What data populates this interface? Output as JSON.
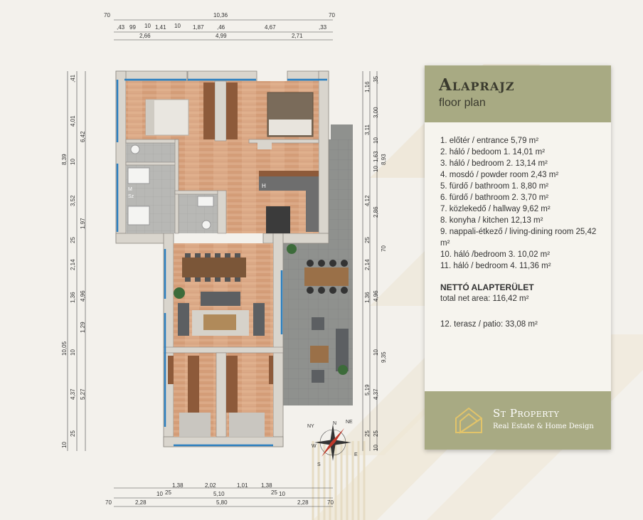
{
  "top_dims": {
    "row1": [
      "70",
      "10,36",
      "70"
    ],
    "row2": [
      ",43",
      "99",
      "10",
      "1,41",
      "10",
      "1,87",
      ",46",
      "4,67",
      ",33"
    ],
    "row3": [
      "2,66",
      "4,99",
      "2,71"
    ]
  },
  "bottom_dims": {
    "row1": [
      "1,38",
      "2,02",
      "1,01",
      "1,38"
    ],
    "row2": [
      "10",
      "25",
      "5,10",
      "25",
      "10"
    ],
    "row3": [
      "70",
      "2,28",
      "5,80",
      "2,28",
      "70"
    ]
  },
  "left_dims": {
    "outer": [
      "8,39",
      "10,05",
      "10"
    ],
    "mid": [
      "6,42",
      "1,97",
      "4,96",
      "1,29",
      "5,27"
    ],
    "inner": [
      ",41",
      "4,01",
      "10",
      "3,52",
      "25",
      "2,14",
      "1,36",
      "10",
      "4,37",
      "25"
    ]
  },
  "right_dims": {
    "outer": [
      "1,16",
      "3,11",
      "8,93",
      "25",
      "9,35"
    ],
    "mid": [
      ",35",
      "3,00",
      "10",
      "1,63",
      "10",
      "2,86",
      "4,12",
      "2,14",
      "4,96",
      "1,36",
      "10",
      "5,19",
      "4,37",
      "25",
      "10"
    ],
    "inner": [
      "70",
      "25"
    ]
  },
  "plan_labels": {
    "kitchen_h": "H",
    "wc_m": "M",
    "wc_sz": "Sz"
  },
  "compass": {
    "n": "N",
    "e": "E",
    "s": "S",
    "w": "W",
    "ne": "NE",
    "nw": "NY"
  },
  "legend": {
    "title": "Alaprajz",
    "subtitle": "floor plan",
    "rooms": [
      "1. előtér / entrance 5,79 m²",
      "2. háló / bedoom 1. 14,01 m²",
      "3. háló / bedroom 2. 13,14 m²",
      "4. mosdó / powder room 2,43 m²",
      "5. fürdő / bathroom 1. 8,80 m²",
      "6. fürdő / bathroom 2. 3,70 m²",
      "7. közlekedő / hallway 9,62 m²",
      "8. konyha / kitchen 12,13 m²",
      "9. nappali-étkező / living-dining room 25,42 m²",
      "10. háló /bedroom 3. 10,02 m²",
      "11. háló / bedroom 4. 11,36 m²"
    ],
    "net_title": "NETTÓ ALAPTERÜLET",
    "net_value": "total net area: 116,42 m²",
    "patio": "12. terasz / patio: 33,08 m²"
  },
  "brand": {
    "name": "St Property",
    "tagline": "Real Estate & Home Design"
  },
  "colors": {
    "panel_header": "#a8aa83",
    "wall": "#d8d4cc",
    "wood_floor": "#d9a882",
    "tile_floor": "#b9bab6",
    "patio": "#8d8f8c",
    "window_blue": "#2a7fc0"
  }
}
